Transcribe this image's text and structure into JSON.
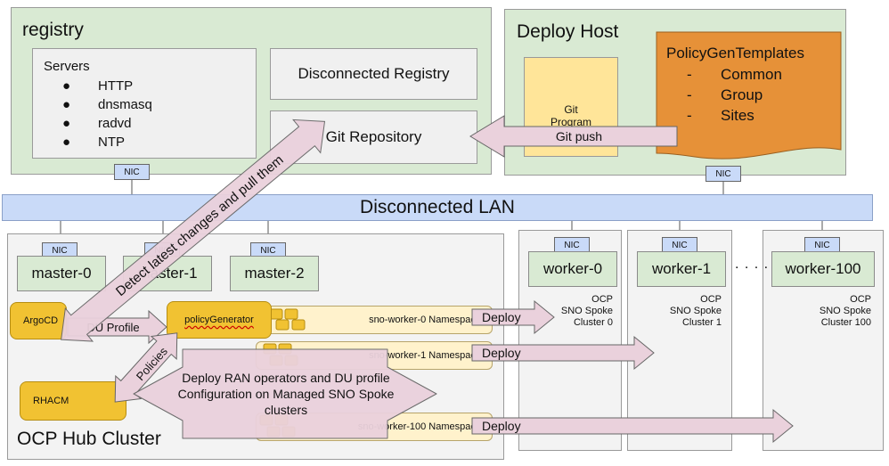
{
  "registry": {
    "title": "registry",
    "servers_label": "Servers",
    "servers": [
      "HTTP",
      "dnsmasq",
      "radvd",
      "NTP"
    ],
    "disconnected_registry": "Disconnected Registry",
    "git_repository": "Git Repository",
    "nic": "NIC"
  },
  "deploy_host": {
    "title": "Deploy Host",
    "git_program": "Git Program",
    "policygen_title": "PolicyGenTemplates",
    "policygen_items": [
      "Common",
      "Group",
      "Sites"
    ],
    "nic": "NIC"
  },
  "arrows": {
    "git_push": "Git push",
    "detect": "Detect latest changes and pull them",
    "du_profile": "DU Profile",
    "policies": "Policies",
    "deploy_ran": "Deploy RAN operators and DU profile Configuration on Managed SNO Spoke clusters",
    "deploy": "Deploy"
  },
  "lan": {
    "label": "Disconnected LAN"
  },
  "hub": {
    "title": "OCP Hub Cluster",
    "nic": "NIC",
    "masters": [
      "master-0",
      "master-1",
      "master-2"
    ],
    "argocd": "ArgoCD",
    "policy_generator": "policyGenerator",
    "rhacm": "RHACM",
    "namespaces": [
      "sno-worker-0 Namespace",
      "sno-worker-1 Namespace",
      "sno-worker-100 Namespace"
    ]
  },
  "workers": [
    {
      "name": "worker-0",
      "nic": "NIC",
      "cluster": [
        "OCP",
        "SNO Spoke",
        "Cluster 0"
      ]
    },
    {
      "name": "worker-1",
      "nic": "NIC",
      "cluster": [
        "OCP",
        "SNO Spoke",
        "Cluster 1"
      ]
    },
    {
      "name": "worker-100",
      "nic": "NIC",
      "cluster": [
        "OCP",
        "SNO Spoke",
        "Cluster 100"
      ]
    }
  ],
  "ellipsis": ". . . ."
}
